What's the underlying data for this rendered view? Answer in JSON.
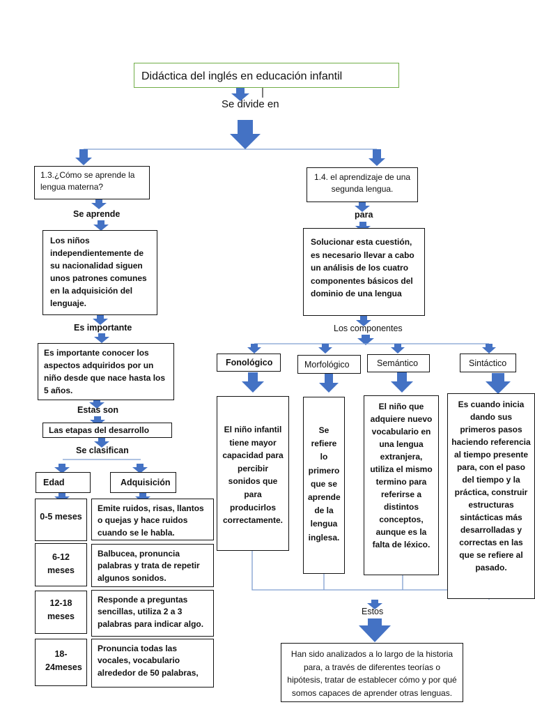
{
  "title": "Didáctica del inglés en educación infantil",
  "divide_label": "Se divide en",
  "left": {
    "heading": "1.3.¿Cómo se aprende la lengua materna?",
    "se_aprende": "Se aprende",
    "ninos_text": "Los niños independientemente de su nacionalidad siguen unos patrones comunes en la adquisición del lenguaje.",
    "es_importante": "Es importante",
    "importante_text": "Es importante conocer los aspectos adquiridos por un niño desde que nace hasta los 5 años.",
    "estas_son": "Estas son",
    "etapas": "Las etapas del desarrollo",
    "se_clasifican": "Se clasifican",
    "edad": "Edad",
    "adquisicion": "Adquisición",
    "stages": [
      {
        "age": "0-5 meses",
        "desc": "Emite ruidos, risas, llantos o quejas y hace ruidos cuando se le habla."
      },
      {
        "age": "6-12 meses",
        "desc": "Balbucea, pronuncia palabras y trata de repetir algunos sonidos."
      },
      {
        "age": "12-18 meses",
        "desc": "Responde a preguntas sencillas, utiliza 2 a 3 palabras para indicar algo."
      },
      {
        "age": "18-24meses",
        "desc": "Pronuncia todas las vocales, vocabulario alrededor de 50 palabras,"
      }
    ]
  },
  "right": {
    "heading": "1.4. el aprendizaje de una segunda lengua.",
    "para": "para",
    "solucionar_text": "Solucionar esta cuestión, es necesario llevar a cabo un análisis de los cuatro componentes básicos del dominio de una lengua",
    "componentes": "Los componentes",
    "components": [
      {
        "name": "Fonológico",
        "desc": "El niño infantil tiene mayor capacidad para percibir sonidos que para producirlos correctamente."
      },
      {
        "name": "Morfológico",
        "desc": "Se refiere lo primero que se aprende de la lengua inglesa."
      },
      {
        "name": "Semántico",
        "desc": "El niño que adquiere nuevo vocabulario en una lengua extranjera, utiliza el mismo termino para referirse a distintos conceptos, aunque es la falta de léxico."
      },
      {
        "name": "Sintáctico",
        "desc": "Es cuando inicia dando sus primeros pasos haciendo referencia al tiempo presente para, con el paso del tiempo y la práctica, construir estructuras sintácticas más desarrolladas y correctas en las que se refiere al pasado."
      }
    ],
    "estos": "Estos",
    "conclusion": "Han sido analizados a lo largo de la historia para, a través de diferentes teorías o hipótesis, tratar de establecer cómo y por qué somos capaces de aprender otras lenguas."
  },
  "colors": {
    "arrow": "#4472c4",
    "title_border": "#70ad47",
    "connector": "#7f9fd0"
  }
}
